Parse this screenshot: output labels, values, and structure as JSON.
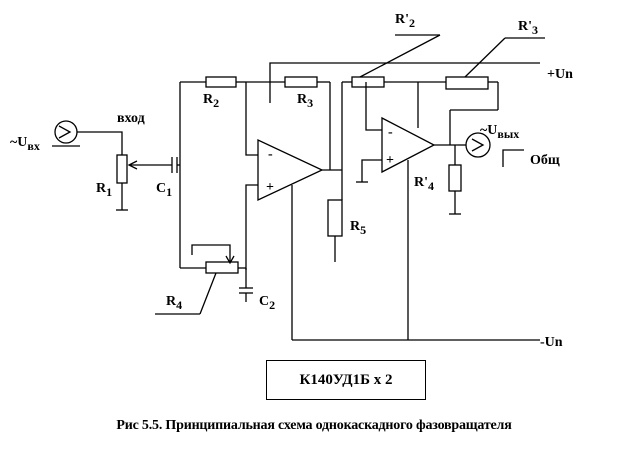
{
  "components": {
    "r1": "R",
    "r1_sub": "1",
    "r2": "R",
    "r2_sub": "2",
    "r3": "R",
    "r3_sub": "3",
    "r4": "R",
    "r4_sub": "4",
    "r5": "R",
    "r5_sub": "5",
    "c1": "C",
    "c1_sub": "1",
    "c2": "C",
    "c2_sub": "2",
    "r2p": "R'",
    "r2p_sub": "2",
    "r3p": "R'",
    "r3p_sub": "3",
    "r4p": "R'",
    "r4p_sub": "4"
  },
  "signals": {
    "input_label": "вход",
    "uin_prefix": "~U",
    "uin_sub": "вх",
    "uout_prefix": "~U",
    "uout_sub": "вых",
    "supply_pos": "+Un",
    "supply_neg": "-Un",
    "common": "Общ"
  },
  "opamp_signs": {
    "minus": "-",
    "plus": "+"
  },
  "chip_label": "К140УД1Б х 2",
  "caption": "Рис 5.5. Принципиальная схема однокаскадного фазовращателя"
}
